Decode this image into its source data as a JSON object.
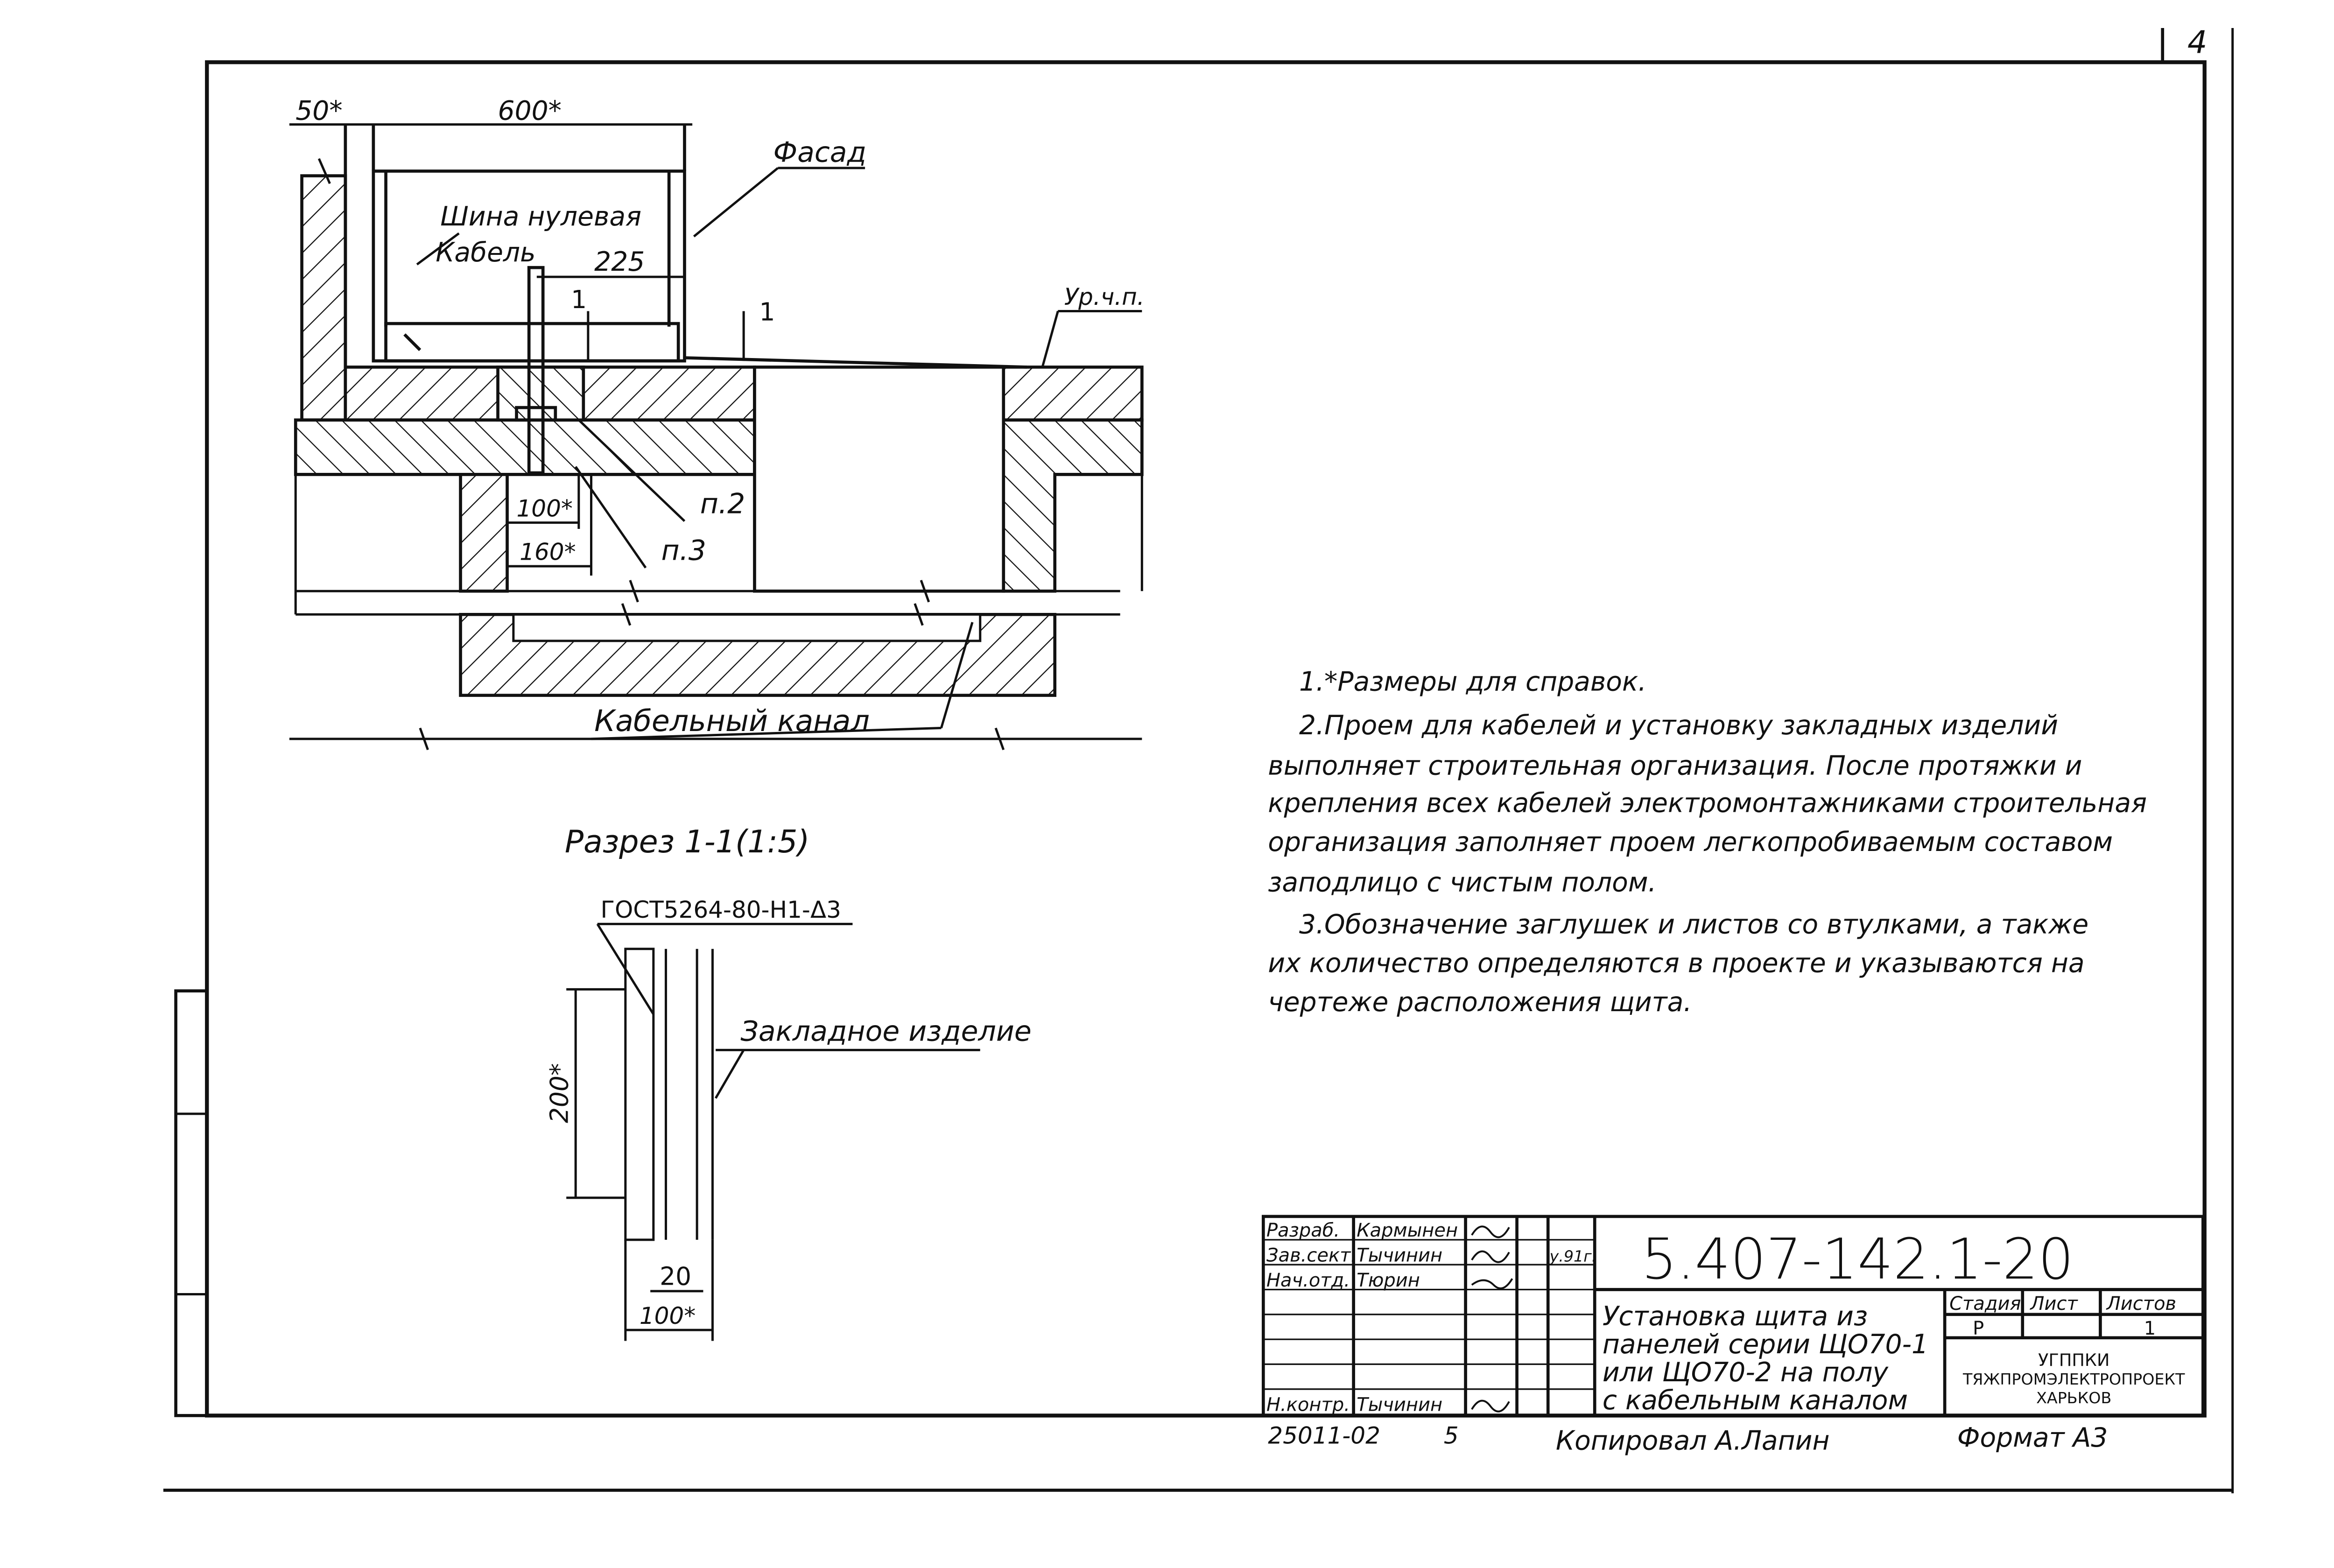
{
  "sheet_number": "4",
  "plan": {
    "dim_50": "50*",
    "dim_600": "600*",
    "dim_225": "225",
    "label_facade": "Фасад",
    "label_zero_bus": "Шина нулевая",
    "label_cable": "Кабель",
    "label_floor_level": "Ур.ч.п.",
    "section_mark_1": "1",
    "section_mark_2": "1",
    "label_p2": "п.2",
    "label_p3": "п.3",
    "dim_100": "100*",
    "dim_160": "160*",
    "label_cable_channel": "Кабельный канал"
  },
  "section": {
    "title": "Разрез 1-1(1:5)",
    "gost_label": "ГОСТ5264-80-Н1-Δ3",
    "embedded_label": "Закладное изделие",
    "dim_200": "200*",
    "dim_20": "20",
    "dim_100": "100*"
  },
  "notes": [
    "1.*Размеры для справок.",
    "2.Проем для кабелей и установку закладных изделий",
    "выполняет строительная организация. После протяжки и",
    "крепления всех кабелей электромонтажниками строительная",
    "организация заполняет проем легкопробиваемым составом",
    "заподлицо с чистым полом.",
    "3.Обозначение заглушек и листов со втулками, а также",
    "их количество определяются в проекте и указываются на",
    "чертеже расположения щита."
  ],
  "title_block": {
    "doc_code": "5.407-142.1-20",
    "rows": [
      {
        "role": "Разраб.",
        "name": "Кармынен"
      },
      {
        "role": "Зав.сект.",
        "name": "Тычинин"
      },
      {
        "role": "Нач.отд.",
        "name": "Тюрин"
      },
      {
        "role": "Н.контр.",
        "name": "Тычинин"
      }
    ],
    "date_mark": "у.91г.",
    "description": [
      "Установка щита из",
      "панелей серии ЩО70-1",
      "или ЩО70-2 на полу",
      "с кабельным каналом"
    ],
    "col_stage": "Стадия",
    "col_sheet": "Лист",
    "col_sheets": "Листов",
    "stage": "Р",
    "sheets": "1",
    "org": [
      "УГППКИ",
      "ТЯЖПРОМЭЛЕКТРОПРОЕКТ",
      "ХАРЬКОВ"
    ]
  },
  "footer": {
    "inventory": "25011-02",
    "page": "5",
    "copied": "Копировал А.Лапин",
    "format": "Формат А3"
  }
}
